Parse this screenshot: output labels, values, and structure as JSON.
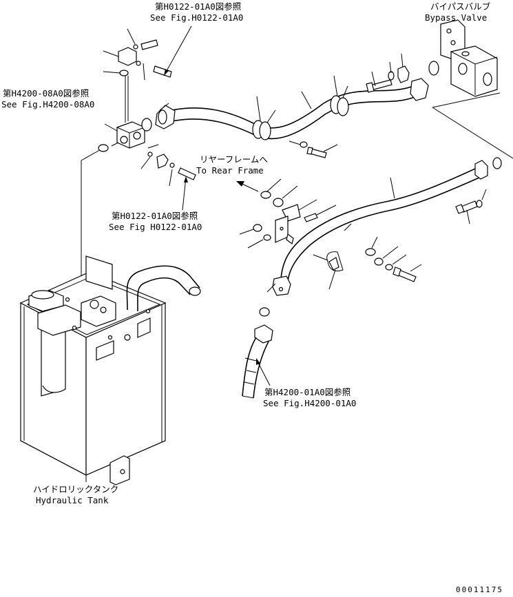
{
  "labels": {
    "see_fig_h0122_top_jp": "第H0122-01A0図参照",
    "see_fig_h0122_top_en": "See Fig.H0122-01A0",
    "bypass_valve_jp": "バイパスバルブ",
    "bypass_valve_en": "Bypass Valve",
    "see_fig_h4200_08_jp": "第H4200-08A0図参照",
    "see_fig_h4200_08_en": "See Fig.H4200-08A0",
    "rear_frame_jp": "リヤーフレームへ",
    "rear_frame_en": "To Rear Frame",
    "see_fig_h0122_mid_jp": "第H0122-01A0図参照",
    "see_fig_h0122_mid_en": "See Fig H0122-01A0",
    "see_fig_h4200_01_jp": "第H4200-01A0図参照",
    "see_fig_h4200_01_en": "See Fig.H4200-01A0",
    "hydraulic_tank_jp": "ハイドロリックタンク",
    "hydraulic_tank_en": "Hydraulic Tank",
    "drawing_number": "00011175"
  }
}
